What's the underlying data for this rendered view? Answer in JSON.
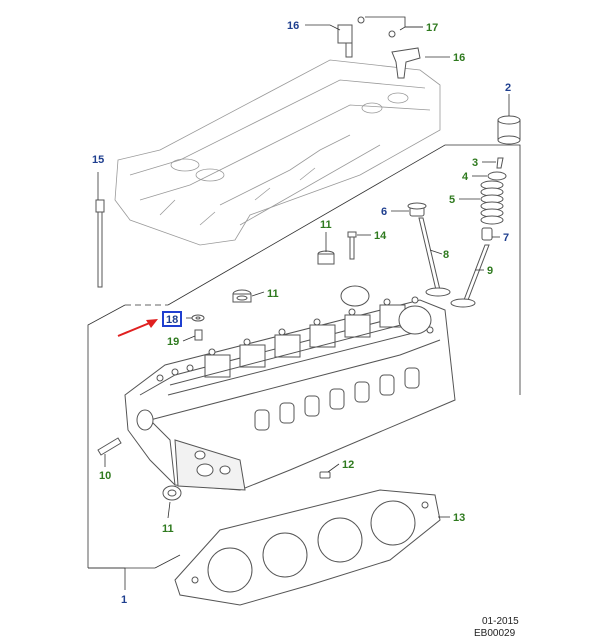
{
  "callouts": {
    "c1": "1",
    "c2": "2",
    "c3": "3",
    "c4": "4",
    "c5": "5",
    "c6": "6",
    "c7": "7",
    "c8": "8",
    "c9": "9",
    "c10": "10",
    "c11a": "11",
    "c11b": "11",
    "c11c": "11",
    "c12": "12",
    "c13": "13",
    "c14": "14",
    "c15": "15",
    "c16a": "16",
    "c16b": "16",
    "c17": "17",
    "c18": "18",
    "c19": "19"
  },
  "footer": {
    "date": "01-2015",
    "ref": "EB00029"
  },
  "colors": {
    "blue_label": "#1f3f8f",
    "green_label": "#2f7a1f",
    "arrow": "#e02020",
    "highlight_box": "#1f3fd0"
  }
}
